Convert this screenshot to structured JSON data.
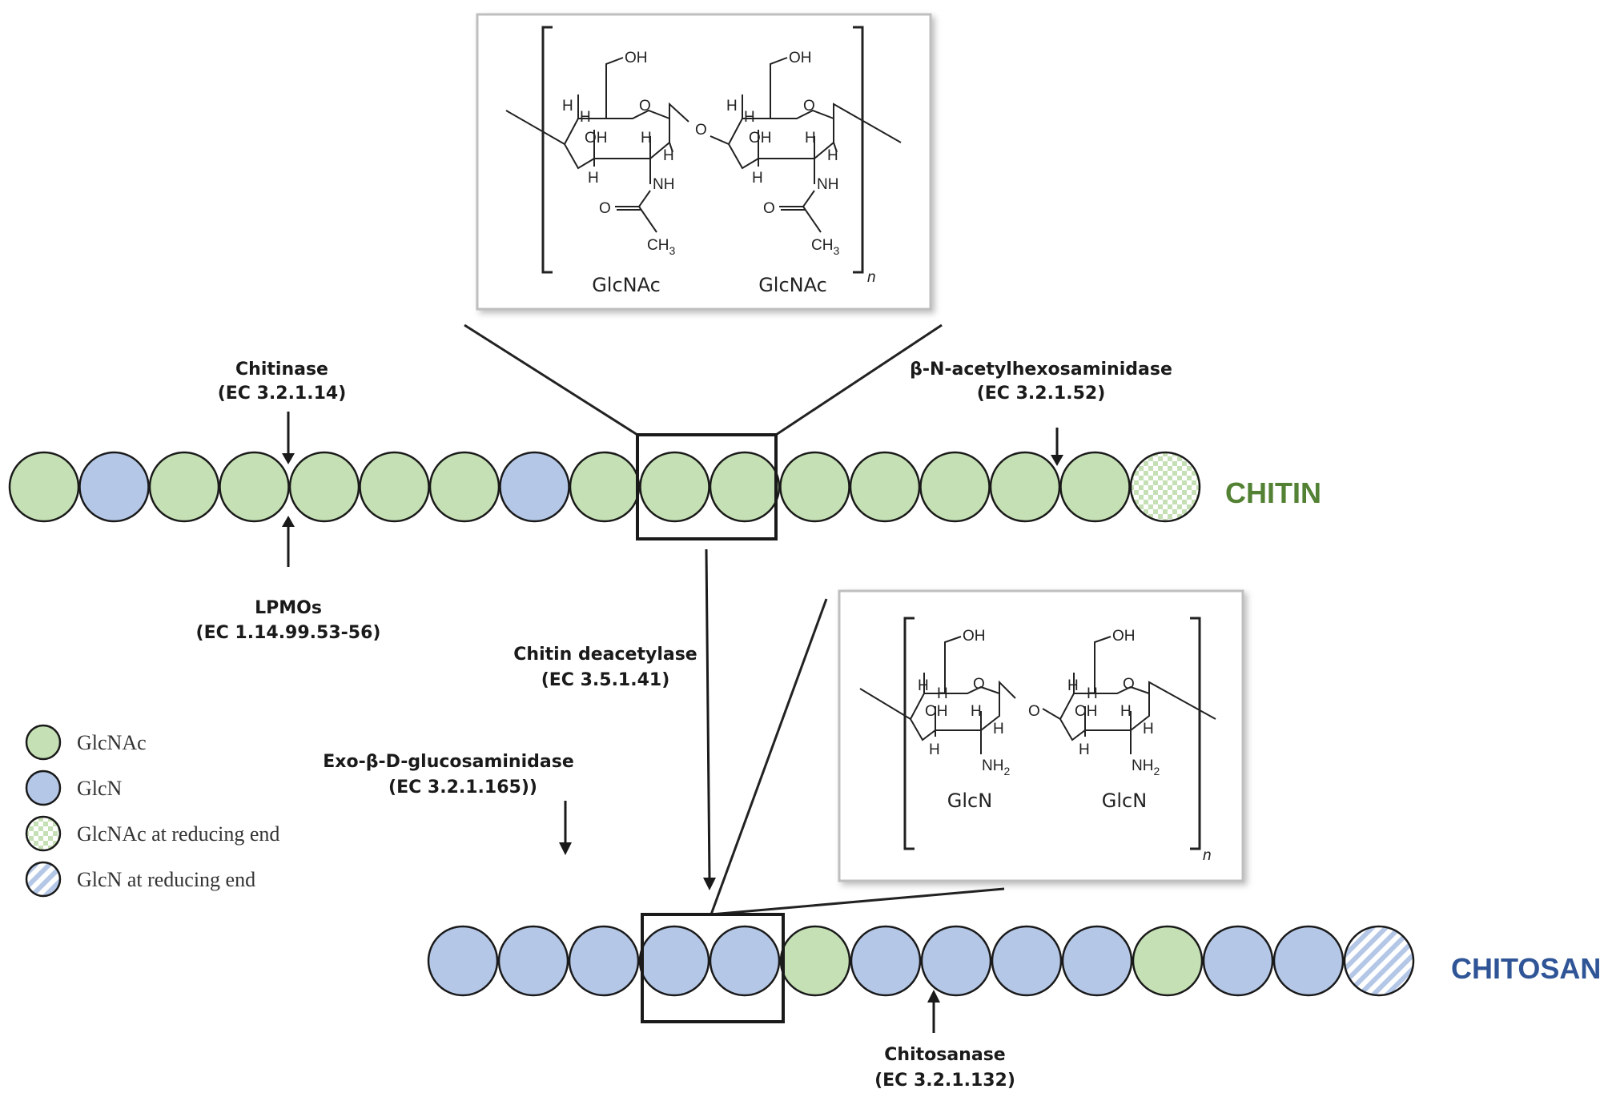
{
  "colors": {
    "glcnac": "#c5e0b4",
    "glcn": "#b4c7e7",
    "chitin_title": "#548235",
    "chitosan_title": "#2f5597",
    "outline": "#1a1a1a"
  },
  "chitin": {
    "title": "CHITIN",
    "chain": [
      "GlcNAc",
      "GlcN",
      "GlcNAc",
      "GlcNAc",
      "GlcNAc",
      "GlcNAc",
      "GlcNAc",
      "GlcN",
      "GlcNAc",
      "GlcNAc",
      "GlcNAc",
      "GlcNAc",
      "GlcNAc",
      "GlcNAc",
      "GlcNAc",
      "GlcNAc",
      "GlcNAc-reducing"
    ],
    "structure": {
      "unit1": "GlcNAc",
      "unit2": "GlcNAc",
      "repeat": "n",
      "atoms": {
        "oh": "OH",
        "h": "H",
        "o": "O",
        "nh": "NH",
        "ch3": "CH",
        "sub3": "3"
      }
    }
  },
  "chitosan": {
    "title": "CHITOSAN",
    "chain": [
      "GlcN",
      "GlcN",
      "GlcN",
      "GlcN",
      "GlcN",
      "GlcNAc",
      "GlcN",
      "GlcN",
      "GlcN",
      "GlcN",
      "GlcNAc",
      "GlcN",
      "GlcN",
      "GlcN-reducing"
    ],
    "structure": {
      "unit1": "GlcN",
      "unit2": "GlcN",
      "repeat": "n",
      "atoms": {
        "oh": "OH",
        "h": "H",
        "o": "O",
        "nh": "NH",
        "sub2": "2"
      }
    }
  },
  "enzymes": {
    "chitinase": {
      "name": "Chitinase",
      "ec": "(EC 3.2.1.14)"
    },
    "hexosaminidase": {
      "name": "β-N-acetylhexosaminidase",
      "ec": "(EC 3.2.1.52)"
    },
    "lpmo": {
      "name": "LPMOs",
      "ec": "(EC 1.14.99.53-56)"
    },
    "deacetylase": {
      "name": "Chitin deacetylase",
      "ec": "(EC 3.5.1.41)"
    },
    "exoglucosaminidase": {
      "name": "Exo-β-D-glucosaminidase",
      "ec": "(EC 3.2.1.165))"
    },
    "chitosanase": {
      "name": "Chitosanase",
      "ec": "(EC 3.2.1.132)"
    }
  },
  "legend": [
    {
      "key": "glcnac",
      "label": "GlcNAc"
    },
    {
      "key": "glcn",
      "label": "GlcN"
    },
    {
      "key": "glcnac-reducing",
      "label": "GlcNAc at reducing end"
    },
    {
      "key": "glcn-reducing",
      "label": "GlcN at reducing end"
    }
  ]
}
